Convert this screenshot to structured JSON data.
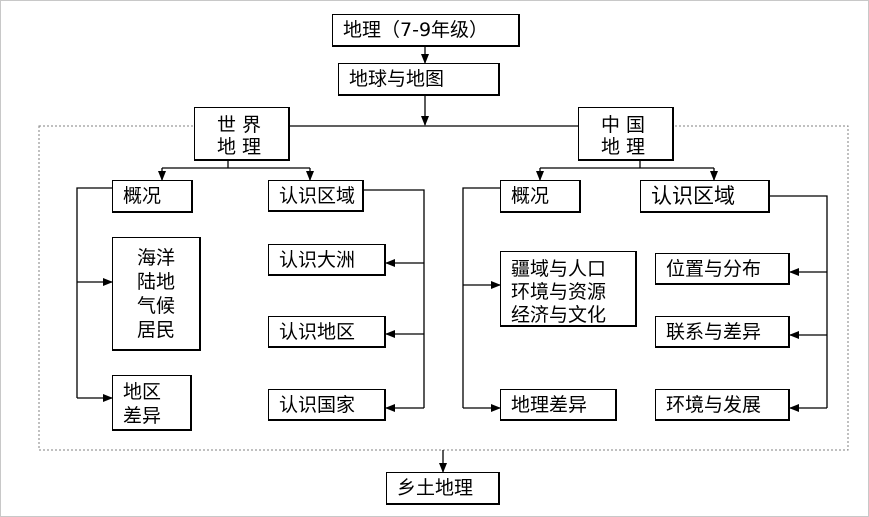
{
  "diagram": {
    "title": "地理（7-9年级）",
    "earth_maps": "地球与地图",
    "world": {
      "title": "世 界\n地 理",
      "overview": "概况",
      "overview_items": "海洋\n陆地\n气候\n居民",
      "regional_diff": "地区\n差异",
      "know_regions": "认识区域",
      "continent": "认识大洲",
      "region": "认识地区",
      "country": "认识国家"
    },
    "china": {
      "title": "中 国\n地 理",
      "overview": "概况",
      "overview_items": "疆域与人口\n环境与资源\n经济与文化",
      "geo_diff": "地理差异",
      "know_regions": "认识区域",
      "location": "位置与分布",
      "relation": "联系与差异",
      "environment": "环境与发展"
    },
    "local": "乡土地理"
  },
  "colors": {
    "line": "#000000",
    "border": "#000000",
    "dashed": "#808080",
    "frame": "#c8c8c8"
  }
}
